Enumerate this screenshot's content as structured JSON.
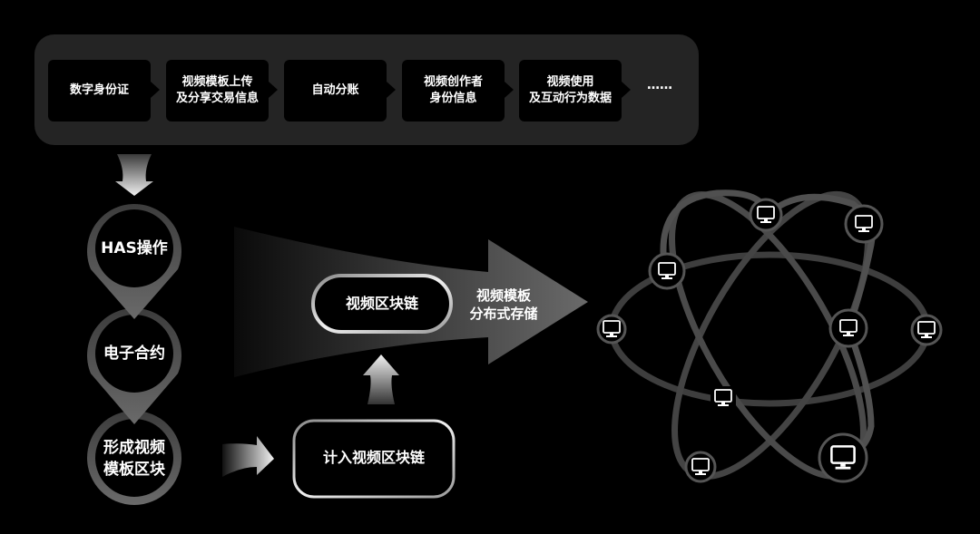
{
  "process_bar": {
    "steps": [
      {
        "label": "数字身份证"
      },
      {
        "label": "视频模板上传\n及分享交易信息"
      },
      {
        "label": "自动分账"
      },
      {
        "label": "视频创作者\n身份信息"
      },
      {
        "label": "视频使用\n及互动行为数据"
      }
    ],
    "ellipsis": "……"
  },
  "flow": {
    "stages": [
      {
        "label": "HAS操作"
      },
      {
        "label": "电子合约"
      },
      {
        "label": "形成视频\n模板区块"
      }
    ],
    "record_box": "计入视频区块链",
    "chain_pill": "视频区块链",
    "storage_label": "视频模板\n分布式存储"
  },
  "network": {
    "node_icon": "monitor-icon",
    "node_count": 9
  },
  "colors": {
    "background": "#000000",
    "panel": "#242424",
    "orbit": "#4a4a4a",
    "arrow_light": "#e8e8e8"
  }
}
